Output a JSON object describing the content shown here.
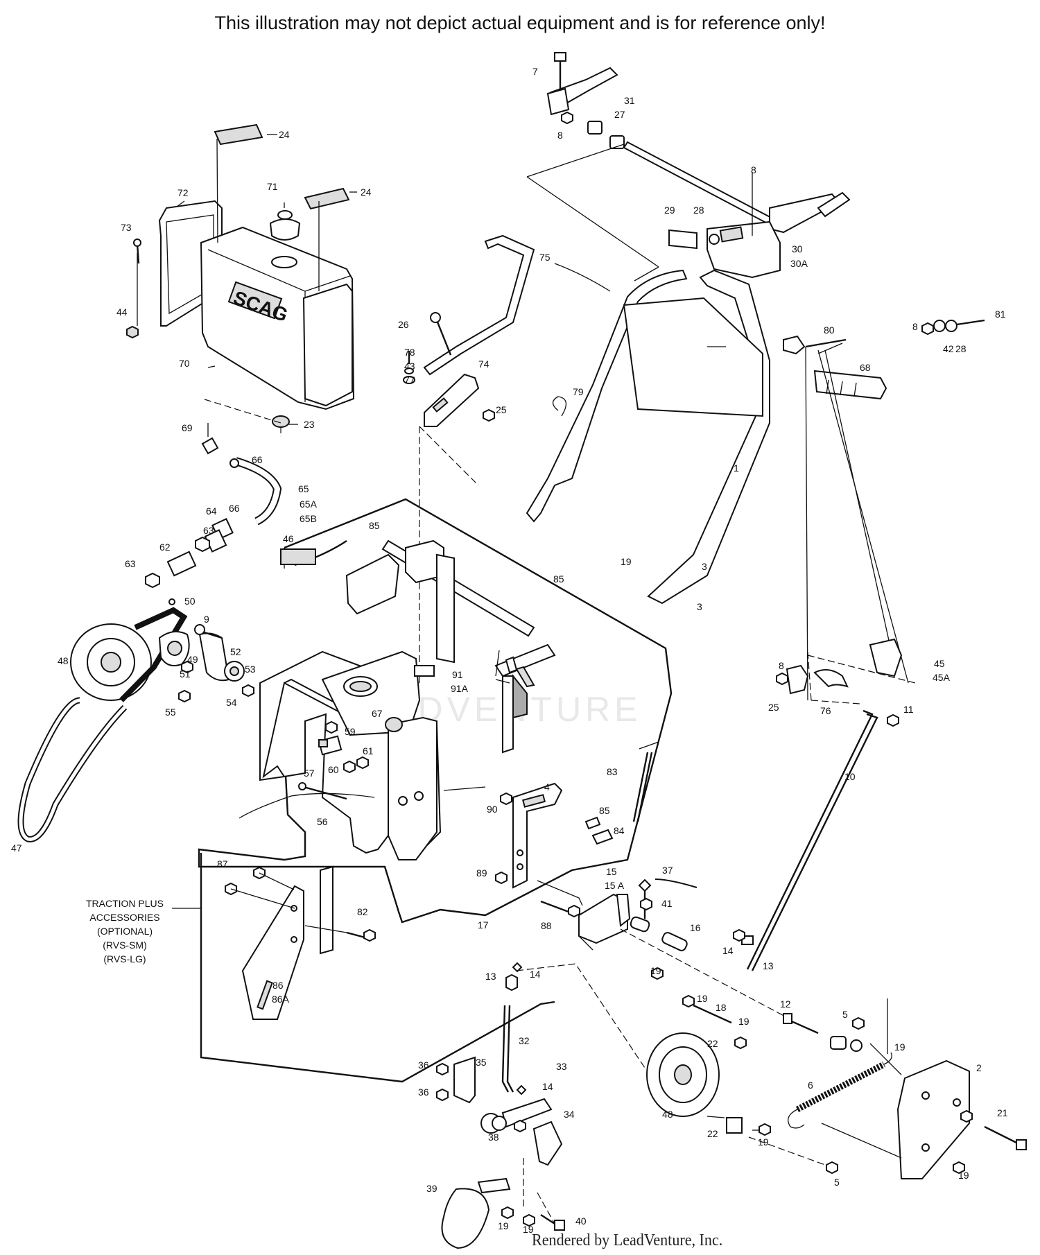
{
  "header": {
    "disclaimer": "This illustration may not depict actual equipment and is for reference only!"
  },
  "footer": {
    "credit": "Rendered by LeadVenture, Inc."
  },
  "watermark": {
    "text": "LEADVENTURE"
  },
  "tank_logo": "SCAG",
  "accessories_note": [
    "TRACTION PLUS",
    "ACCESSORIES",
    "(OPTIONAL)",
    "(RVS-SM)",
    "(RVS-LG)"
  ],
  "part_labels": [
    "1",
    "2",
    "3",
    "4",
    "5",
    "6",
    "7",
    "8",
    "9",
    "10",
    "11",
    "12",
    "13",
    "14",
    "15",
    "15 A",
    "16",
    "17",
    "18",
    "19",
    "21",
    "22",
    "23",
    "24",
    "25",
    "26",
    "27",
    "28",
    "29",
    "30",
    "30A",
    "31",
    "32",
    "33",
    "34",
    "35",
    "36",
    "37",
    "38",
    "39",
    "40",
    "41",
    "42",
    "43",
    "44",
    "45",
    "45A",
    "46",
    "47",
    "48",
    "49",
    "50",
    "51",
    "52",
    "53",
    "54",
    "55",
    "56",
    "57",
    "59",
    "60",
    "61",
    "62",
    "63",
    "64",
    "65",
    "65A",
    "65B",
    "66",
    "67",
    "68",
    "69",
    "70",
    "71",
    "72",
    "73",
    "74",
    "75",
    "76",
    "77",
    "78",
    "79",
    "80",
    "81",
    "82",
    "83",
    "84",
    "85",
    "86",
    "86A",
    "87",
    "88",
    "89",
    "90",
    "91",
    "91A"
  ]
}
